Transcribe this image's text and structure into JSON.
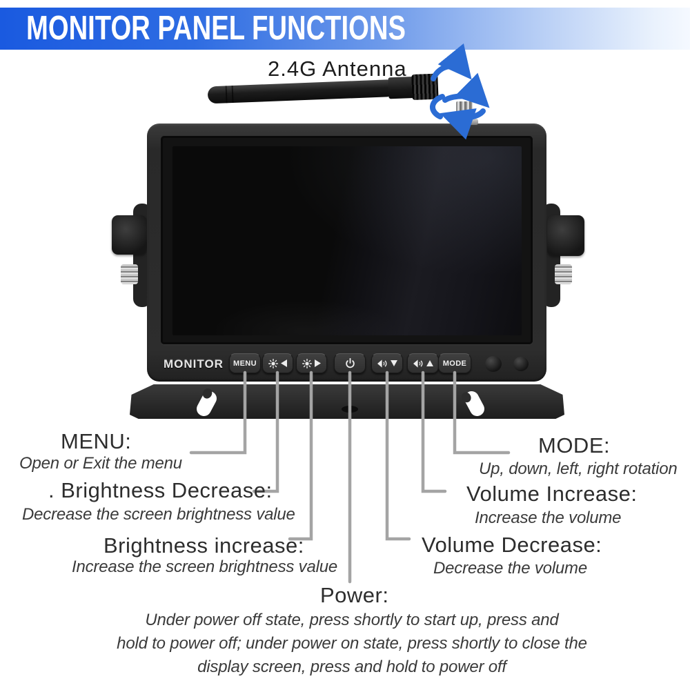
{
  "header": {
    "title": "MONITOR PANEL FUNCTIONS"
  },
  "antenna": {
    "label": "2.4G Antenna",
    "rotation_hint_icon": "rotate-arrows-icon"
  },
  "monitor": {
    "brand": "MONITOR",
    "buttons": [
      {
        "id": "menu",
        "type": "text",
        "label": "MENU"
      },
      {
        "id": "brightness-decrease",
        "type": "icon",
        "icon": "sun-left-arrow-icon"
      },
      {
        "id": "brightness-increase",
        "type": "icon",
        "icon": "sun-right-arrow-icon"
      },
      {
        "id": "power",
        "type": "icon",
        "icon": "power-symbol-icon"
      },
      {
        "id": "volume-decrease",
        "type": "icon",
        "icon": "speaker-down-arrow-icon"
      },
      {
        "id": "volume-increase",
        "type": "icon",
        "icon": "speaker-up-arrow-icon"
      },
      {
        "id": "mode",
        "type": "text",
        "label": "MODE"
      }
    ]
  },
  "callouts": {
    "menu": {
      "title": "MENU:",
      "desc": "Open or Exit the menu"
    },
    "brightness_decrease": {
      "title": ". Brightness Decrease:",
      "desc": "Decrease the screen brightness value"
    },
    "brightness_increase": {
      "title": "Brightness increase:",
      "desc": "Increase the screen brightness value"
    },
    "mode": {
      "title": "MODE:",
      "desc": "Up, down, left, right rotation"
    },
    "volume_increase": {
      "title": "Volume Increase:",
      "desc": "Increase the volume"
    },
    "volume_decrease": {
      "title": "Volume Decrease:",
      "desc": "Decrease the volume"
    },
    "power": {
      "title": "Power:",
      "desc_line1": "Under power off state, press shortly to start up, press and",
      "desc_line2": "hold to power off; under power on state, press shortly to close the",
      "desc_line3": "display screen, press and hold to power off"
    }
  },
  "colors": {
    "banner_blue": "#1a5ae0",
    "arrow_blue": "#2b6cd4",
    "callout_line_gray": "#a4a4a4"
  }
}
